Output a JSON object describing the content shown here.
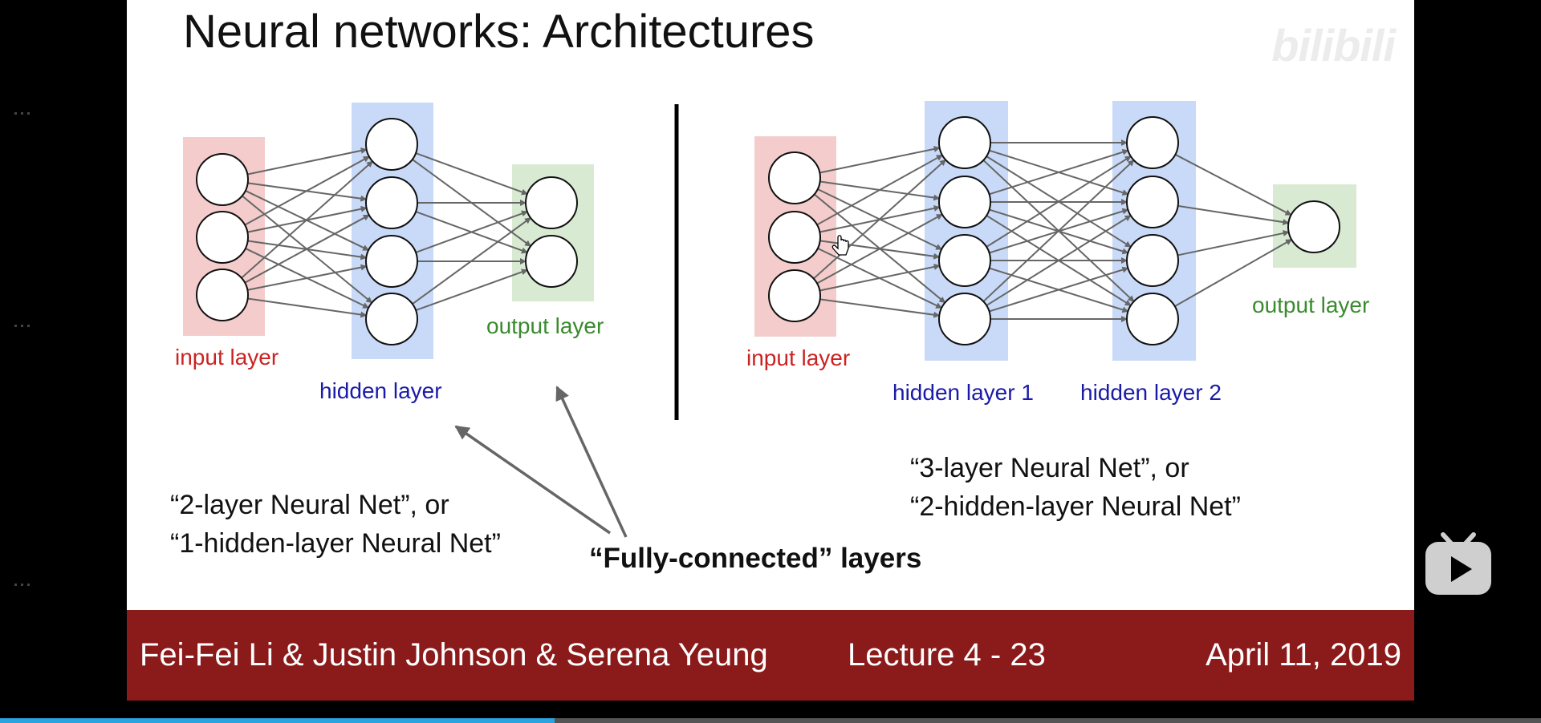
{
  "slide": {
    "title": "Neural networks: Architectures",
    "watermark": "bilibili",
    "left_net": {
      "labels": {
        "input": "input layer",
        "hidden": "hidden layer",
        "output": "output layer"
      },
      "caption_line1": "“2-layer Neural Net”, or",
      "caption_line2": "“1-hidden-layer Neural Net”"
    },
    "right_net": {
      "labels": {
        "input": "input layer",
        "hidden1": "hidden layer 1",
        "hidden2": "hidden layer 2",
        "output": "output layer"
      },
      "caption_line1": "“3-layer Neural Net”, or",
      "caption_line2": "“2-hidden-layer Neural Net”"
    },
    "fully_connected_label": "“Fully-connected” layers",
    "colors": {
      "input": "#cc2222",
      "hidden": "#1a1aa8",
      "output": "#3a8a2e",
      "input_bg": "#f4cccc",
      "hidden_bg": "#c9daf8",
      "output_bg": "#d9ead3"
    }
  },
  "footer": {
    "authors": "Fei-Fei Li & Justin Johnson & Serena Yeung",
    "lecture": "Lecture 4 - 23",
    "date": "April 11, 2019"
  },
  "player": {
    "play_icon": "bilibili-tv-play-icon",
    "progress_fraction": 0.36
  }
}
